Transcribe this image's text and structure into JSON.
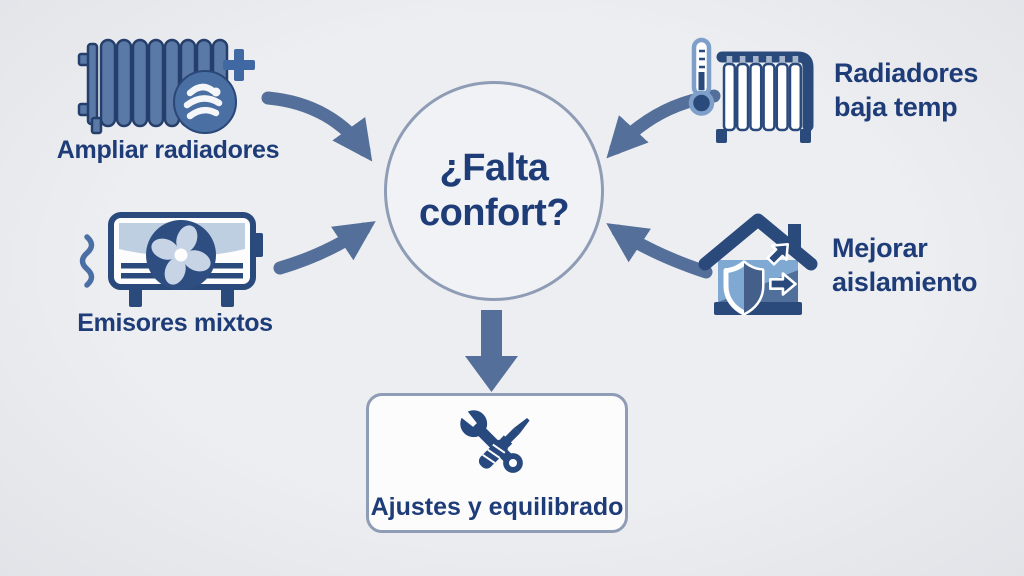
{
  "center": {
    "line1": "¿Falta",
    "line2": "confort?"
  },
  "nodes": {
    "ampliar": {
      "label": "Ampliar radiadores",
      "icon": "radiator-plus-icon"
    },
    "emisores": {
      "label": "Emisores mixtos",
      "icon": "fan-coil-unit-icon"
    },
    "baja_temp": {
      "line1": "Radiadores",
      "line2": "baja temp",
      "icon": "radiator-thermometer-icon"
    },
    "aislamiento": {
      "line1": "Mejorar",
      "line2": "aislamiento",
      "icon": "insulated-house-icon"
    }
  },
  "action": {
    "label": "Ajustes y equilibrado",
    "icon": "wrench-screwdriver-icon"
  },
  "colors": {
    "background": "#eaebee",
    "text_navy": "#1e3c78",
    "icon_navy": "#2b4a7c",
    "medium_blue": "#4a6fa5",
    "light_blue": "#c6d4e6",
    "arrow_slate": "#546f99",
    "circle_border": "#8e9cb5",
    "circle_fill": "#f1f2f5",
    "box_fill": "#fcfcfd"
  }
}
